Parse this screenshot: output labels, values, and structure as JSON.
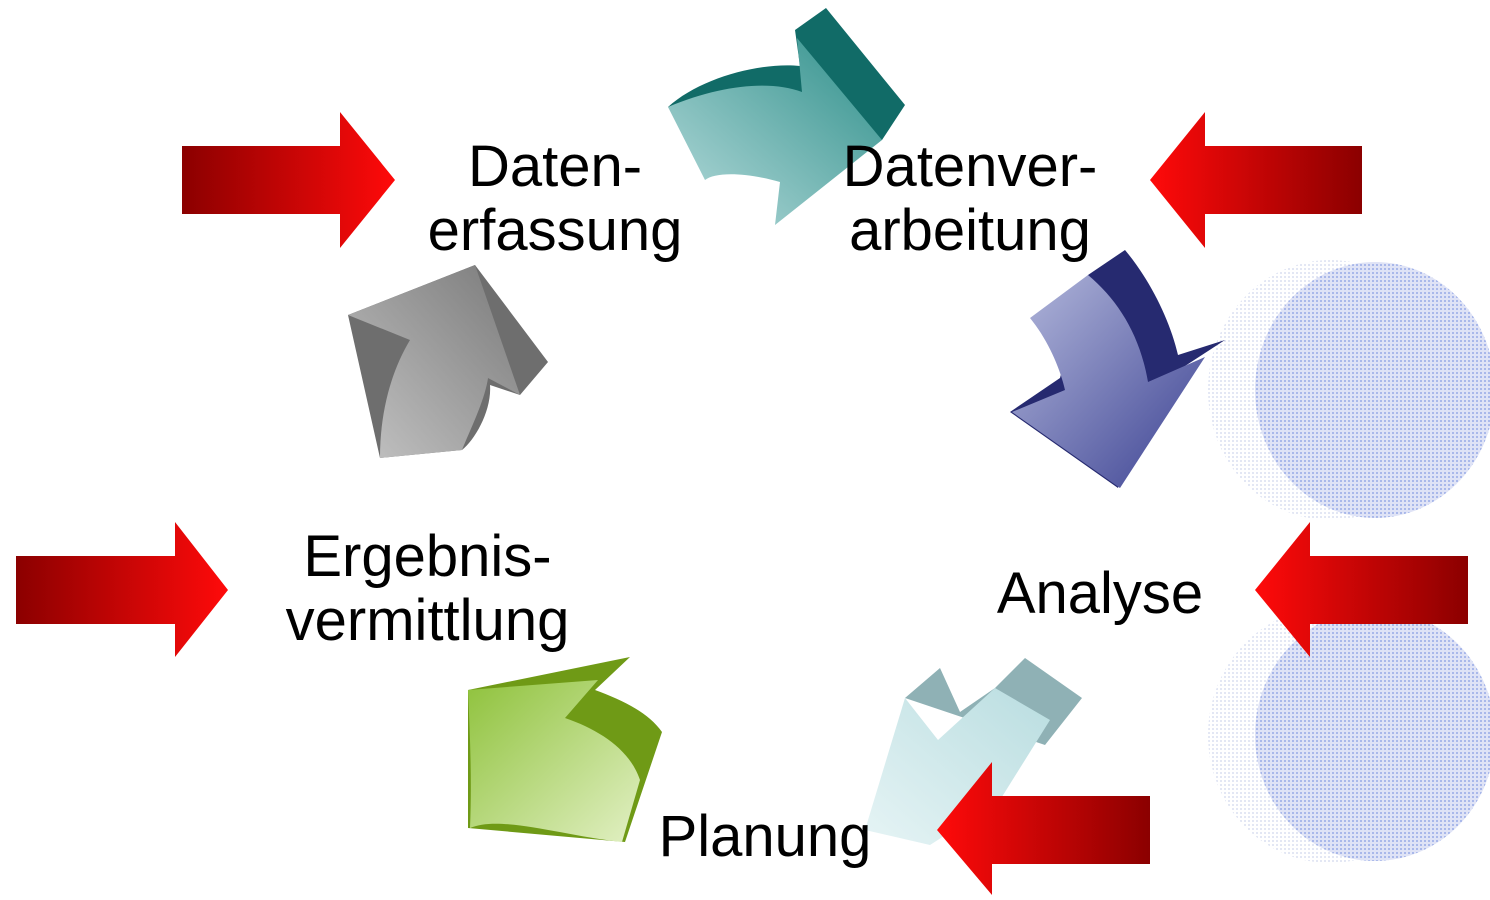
{
  "stages": [
    {
      "id": "datenerfassung",
      "line1": "Daten-",
      "line2": "erfassung"
    },
    {
      "id": "datenverarbeitung",
      "line1": "Datenver-",
      "line2": "arbeitung"
    },
    {
      "id": "analyse",
      "line1": "Analyse"
    },
    {
      "id": "planung",
      "line1": "Planung"
    },
    {
      "id": "ergebnisvermittlung",
      "line1": "Ergebnis-",
      "line2": "vermittlung"
    }
  ],
  "colors": {
    "red_arrow_dark": "#8b0000",
    "red_arrow_light": "#ff1010",
    "teal": "#3fa5a0",
    "navy": "#2a2f7a",
    "pale_cyan": "#bfe0e3",
    "green": "#8cbf3a",
    "gray": "#8c8c8c",
    "blue_circle": "#a9b8ea"
  }
}
